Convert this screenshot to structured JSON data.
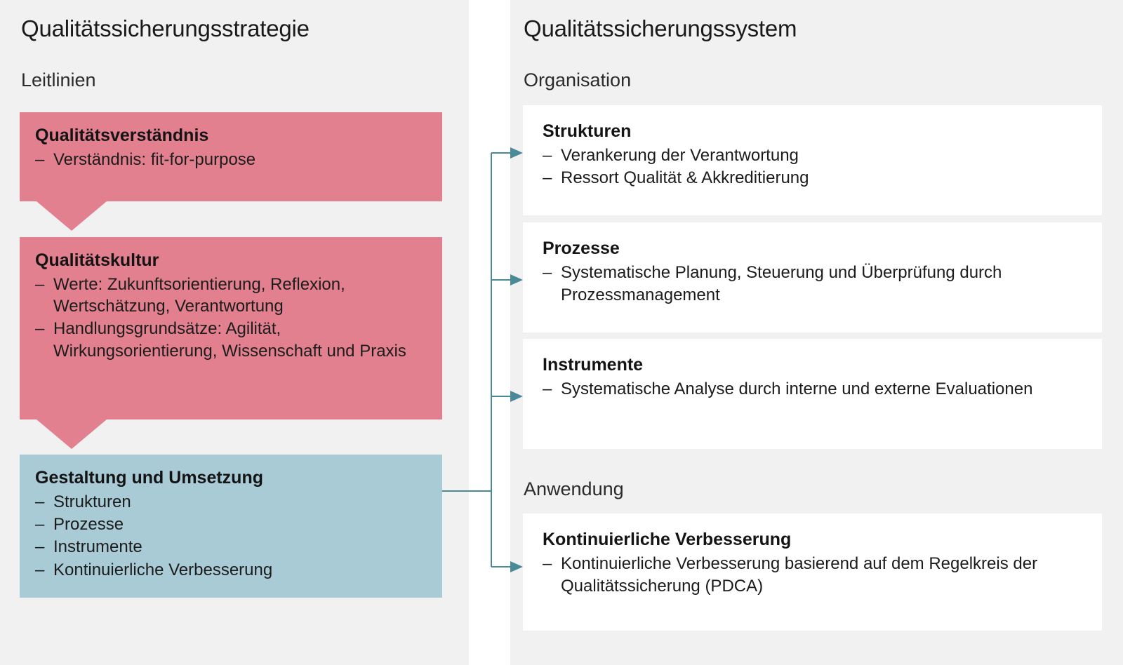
{
  "colors": {
    "panel_bg": "#f1f1f1",
    "pink": "#e2808f",
    "teal": "#a8cbd6",
    "card_bg": "#ffffff",
    "connector": "#4a8a97",
    "text": "#1a1a1a"
  },
  "left_column": {
    "title": "Qualitätssicherungsstrategie",
    "subtitle": "Leitlinien",
    "boxes": [
      {
        "id": "qualitaetsverstaendnis",
        "color": "pink",
        "title": "Qualitätsverständnis",
        "items": [
          "Verständnis: fit-for-purpose"
        ]
      },
      {
        "id": "qualitaetskultur",
        "color": "pink",
        "title": "Qualitätskultur",
        "items": [
          "Werte: Zukunftsorientierung, Reflexion, Wertschätzung, Verantwortung",
          "Handlungsgrundsätze: Agilität, Wirkungsorientierung, Wissenschaft und Praxis"
        ]
      },
      {
        "id": "gestaltung-und-umsetzung",
        "color": "teal",
        "title": "Gestaltung und Umsetzung",
        "items": [
          "Strukturen",
          "Prozesse",
          "Instrumente",
          "Kontinuierliche Verbesserung"
        ]
      }
    ]
  },
  "right_column": {
    "title": "Qualitätssicherungssystem",
    "subtitle_organisation": "Organisation",
    "subtitle_anwendung": "Anwendung",
    "cards": [
      {
        "id": "strukturen",
        "title": "Strukturen",
        "items": [
          "Verankerung der Verantwortung",
          "Ressort Qualität & Akkreditierung"
        ]
      },
      {
        "id": "prozesse",
        "title": "Prozesse",
        "items": [
          "Systematische Planung, Steuerung und Überprüfung durch Prozessmanagement"
        ]
      },
      {
        "id": "instrumente",
        "title": "Instrumente",
        "items": [
          "Systematische Analyse durch interne und externe Evaluationen"
        ]
      },
      {
        "id": "kontinuierliche-verbesserung",
        "title": "Kontinuierliche Verbesserung",
        "items": [
          "Kontinuierliche Verbesserung basierend auf dem Regelkreis der Qualitätssicherung (PDCA)"
        ]
      }
    ]
  },
  "connectors": {
    "source_box": "gestaltung-und-umsetzung",
    "targets": [
      "strukturen",
      "prozesse",
      "instrumente",
      "kontinuierliche-verbesserung"
    ],
    "arrow_count": 4
  }
}
